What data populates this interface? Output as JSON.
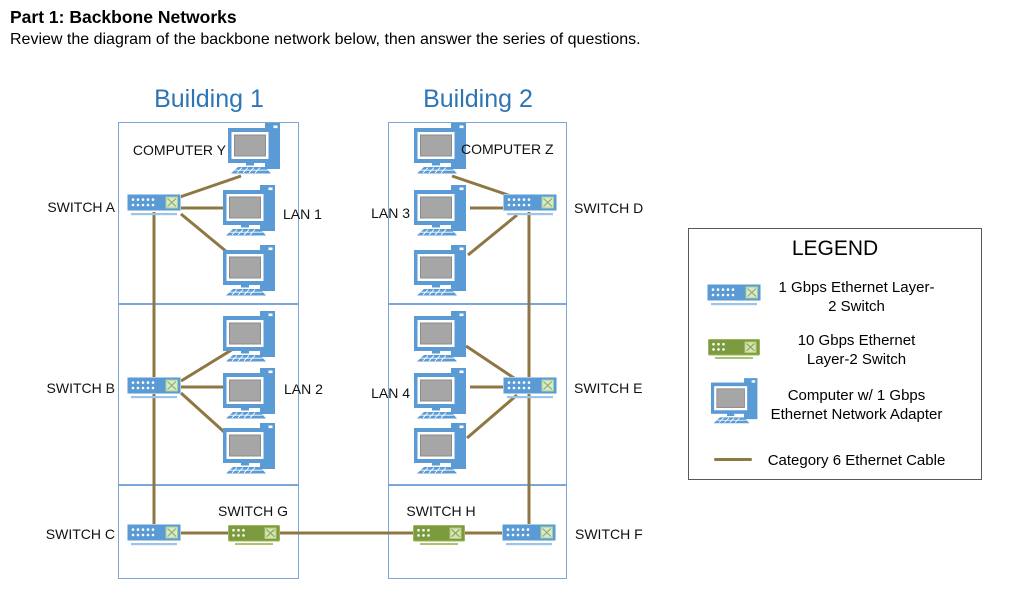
{
  "header": {
    "title": "Part 1: Backbone Networks",
    "subtitle": "Review the diagram of the backbone network below, then answer the series of questions."
  },
  "buildings": {
    "building1": {
      "title": "Building 1",
      "computer_label": "COMPUTER Y",
      "switch_top": "SWITCH A",
      "switch_mid": "SWITCH B",
      "switch_bottom": "SWITCH C",
      "switch_backbone": "SWITCH G",
      "lan_top": "LAN 1",
      "lan_mid": "LAN 2"
    },
    "building2": {
      "title": "Building 2",
      "computer_label": "COMPUTER Z",
      "switch_top": "SWITCH D",
      "switch_mid": "SWITCH E",
      "switch_bottom": "SWITCH F",
      "switch_backbone": "SWITCH H",
      "lan_top": "LAN 3",
      "lan_mid": "LAN 4"
    }
  },
  "legend": {
    "title": "LEGEND",
    "items": [
      {
        "icon": "switch-1gbps-icon",
        "line1": "1 Gbps Ethernet Layer-",
        "line2": "2 Switch"
      },
      {
        "icon": "switch-10gbps-icon",
        "line1": "10 Gbps Ethernet",
        "line2": "Layer-2 Switch"
      },
      {
        "icon": "computer-icon",
        "line1": "Computer w/ 1 Gbps",
        "line2": "Ethernet Network Adapter"
      },
      {
        "icon": "cable-icon",
        "line1": "Category 6 Ethernet Cable",
        "line2": ""
      }
    ]
  },
  "colors": {
    "building_title": "#2E75B6",
    "building_border": "#7BA7D9",
    "switch_1gbps": "#5B9BD5",
    "switch_10gbps": "#7C9B3E",
    "cable": "#8F7743",
    "legend_border": "#595959"
  }
}
